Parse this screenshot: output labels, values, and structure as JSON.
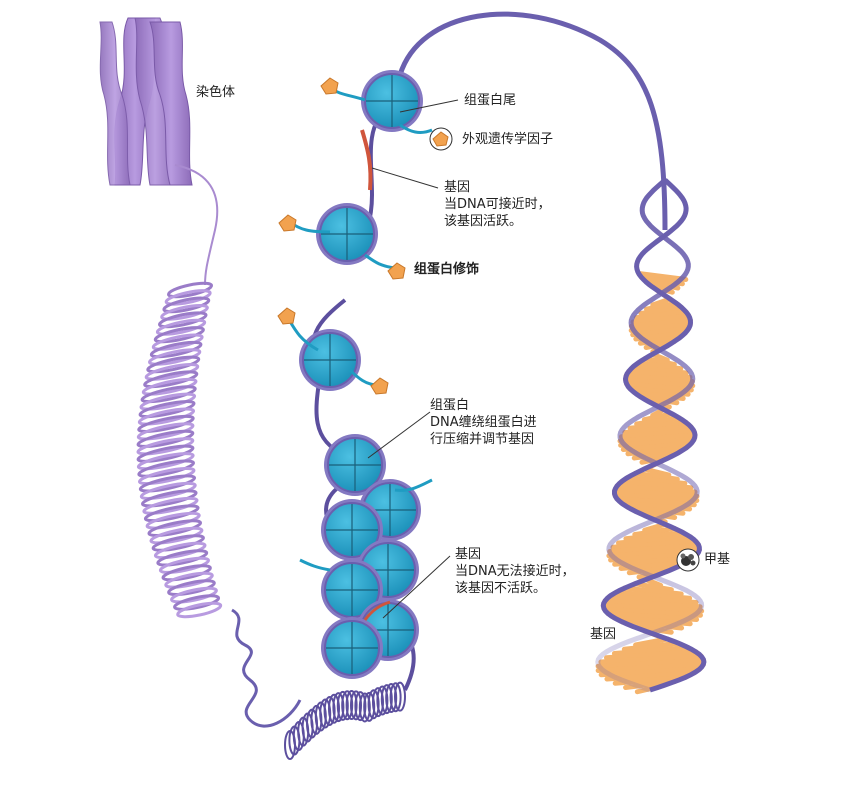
{
  "labels": {
    "chromosome": "染色体",
    "histone_tail": "组蛋白尾",
    "epigenetic_factor": "外观遗传学因子",
    "gene_active_title": "基因",
    "gene_active_line1": "当DNA可接近时，",
    "gene_active_line2": "该基因活跃。",
    "histone_modification": "组蛋白修饰",
    "histone_title": "组蛋白",
    "histone_line1": "DNA缠绕组蛋白进",
    "histone_line2": "行压缩并调节基因",
    "gene_inactive_title": "基因",
    "gene_inactive_line1": "当DNA无法接近时，",
    "gene_inactive_line2": "该基因不活跃。",
    "methyl": "甲基",
    "gene_helix": "基因"
  },
  "colors": {
    "chromosome": "#a98bd0",
    "dna_strand": "#6a5fae",
    "histone_blue": "#2aa3c8",
    "histone_rim": "#6a5fae",
    "gene_red": "#d0553c",
    "base_pair_orange": "#f5b36b",
    "modifier_orange": "#f2a24f",
    "tail_teal": "#1f9cc2",
    "methyl_dark": "#333333"
  },
  "icons": [
    "chromosome-icon",
    "nucleosome-icon",
    "pentagon-modifier-icon",
    "methyl-group-icon",
    "double-helix-icon"
  ]
}
